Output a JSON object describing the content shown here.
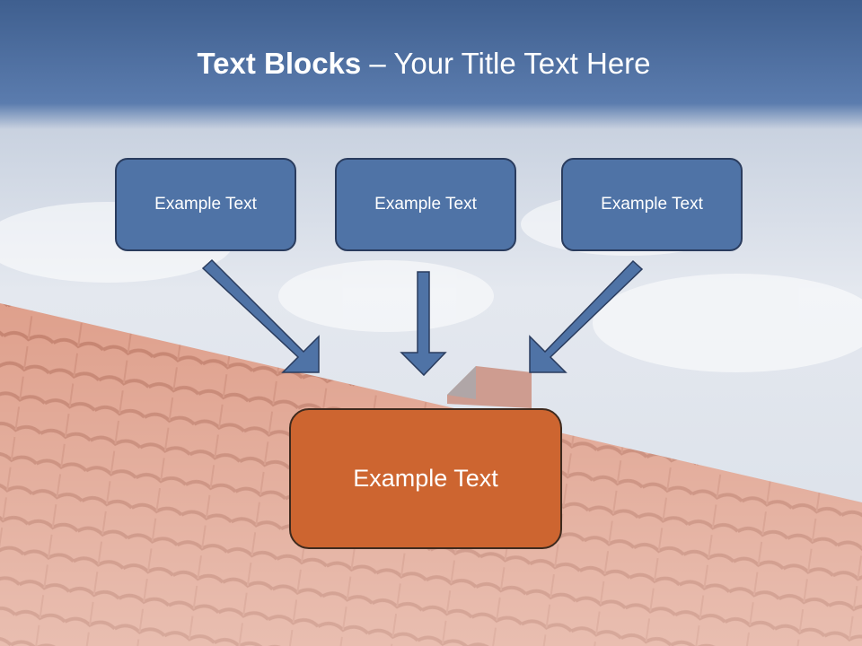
{
  "slide": {
    "title_bold": "Text Blocks",
    "title_rest": " – Your Title Text Here",
    "boxes": [
      {
        "label": "Example Text"
      },
      {
        "label": "Example Text"
      },
      {
        "label": "Example Text"
      }
    ],
    "target_box": {
      "label": "Example Text"
    },
    "colors": {
      "header": "#44669a",
      "box_fill": "#4f73a6",
      "box_border": "#2a3c5e",
      "target_fill": "#cd6530",
      "arrow_fill": "#4f73a6",
      "roof": "#d98a72"
    }
  }
}
